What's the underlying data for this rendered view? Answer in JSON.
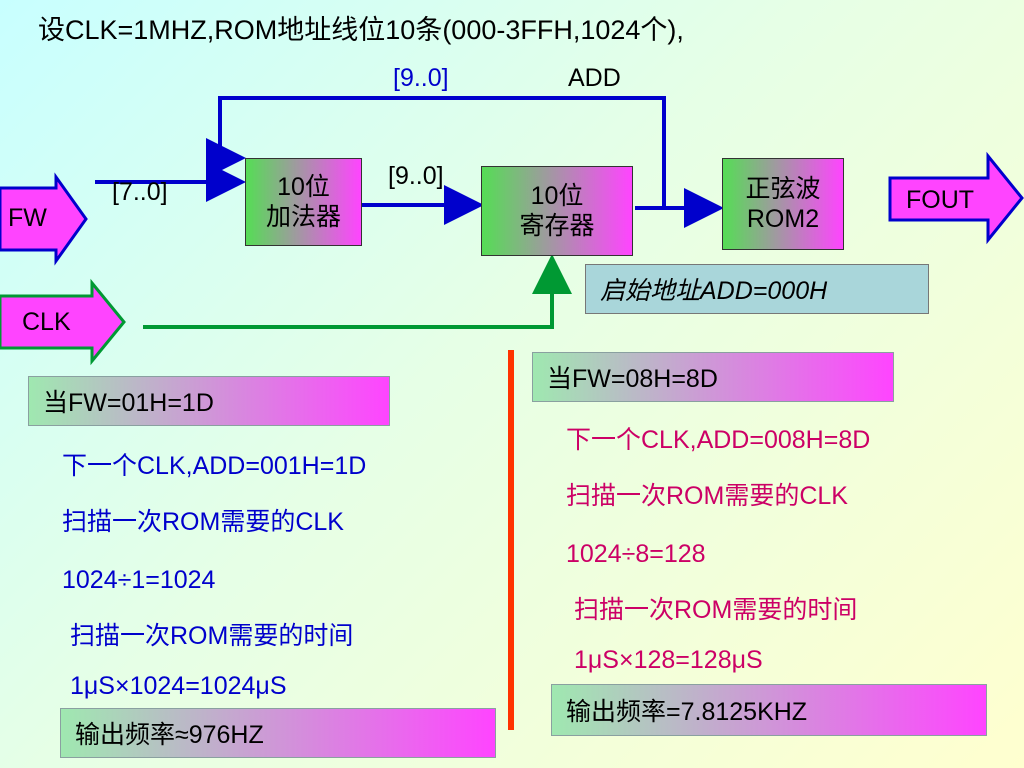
{
  "title": "设CLK=1MHZ,ROM地址线位10条(000-3FFH,1024个),",
  "diagram": {
    "label_9_0_top": "[9..0]",
    "label_add": "ADD",
    "label_9_0_mid": "[9..0]",
    "label_7_0": "[7..0]",
    "fw": "FW",
    "clk": "CLK",
    "fout": "FOUT",
    "adder": {
      "line1": "10位",
      "line2": "加法器"
    },
    "register": {
      "line1": "10位",
      "line2": "寄存器"
    },
    "rom": {
      "line1": "正弦波",
      "line2": "ROM2"
    },
    "note": "启始地址ADD=000H"
  },
  "left": {
    "header": "当FW=01H=1D",
    "line1": "下一个CLK,ADD=001H=1D",
    "line2": "扫描一次ROM需要的CLK",
    "line3": "1024÷1=1024",
    "line4": "扫描一次ROM需要的时间",
    "line5": "1μS×1024=1024μS",
    "footer": "输出频率≈976HZ"
  },
  "right": {
    "header": "当FW=08H=8D",
    "line1": "下一个CLK,ADD=008H=8D",
    "line2": "扫描一次ROM需要的CLK",
    "line3": "1024÷8=128",
    "line4": "扫描一次ROM需要的时间",
    "line5": "1μS×128=128μS",
    "footer": "输出频率=7.8125KHZ"
  },
  "colors": {
    "wire": "#0000cc",
    "clk_wire": "#009933",
    "divider": "#ff3300"
  }
}
